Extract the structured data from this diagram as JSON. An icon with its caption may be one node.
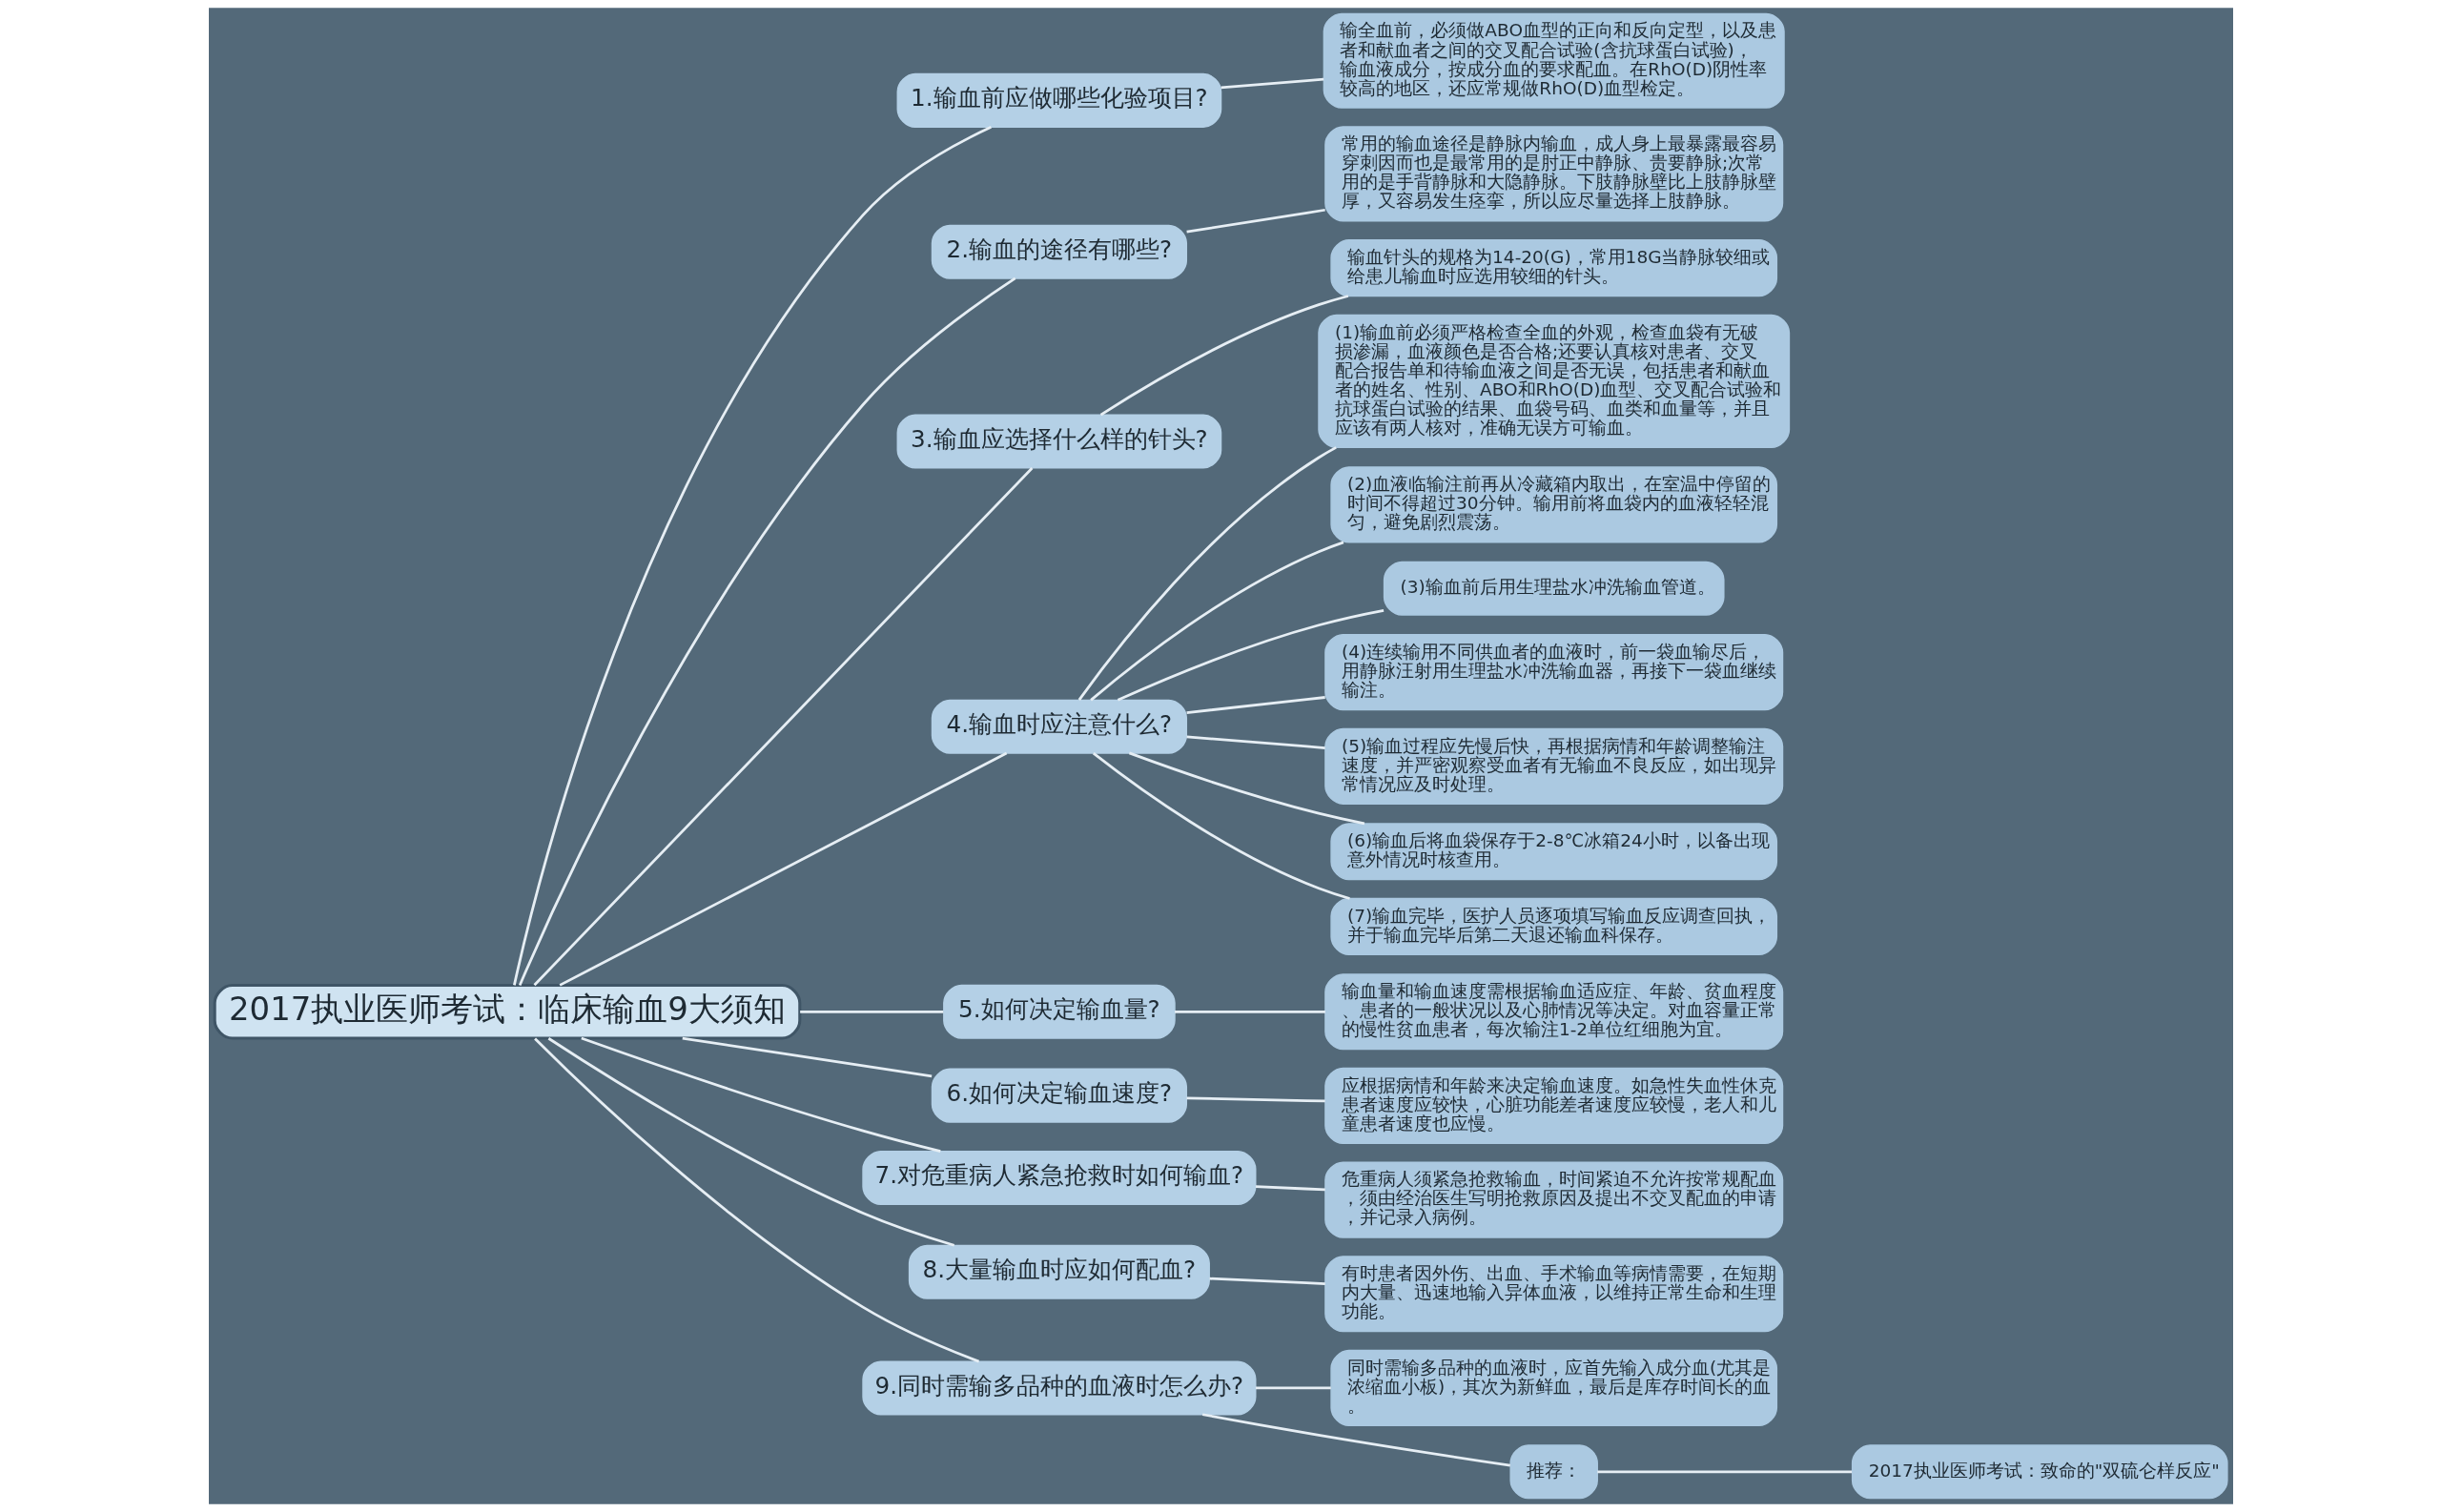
{
  "diagram": {
    "nodes": [
      {
        "text": [
          "2017执业医师考试：临床输血9大须知"
        ]
      },
      {
        "text": [
          "1.输血前应做哪些化验项目?"
        ]
      },
      {
        "text": [
          "输全血前，必须做ABO血型的正向和反向定型，以及患者和献血者之间的交叉配合试验(含抗球蛋白试验)，输血液成分，按成分血的要求配血。在RhO(D)阴性率较高的地区，还应常规做RhO(D)血型检定。"
        ]
      },
      {
        "text": [
          "2.输血的途径有哪些?"
        ]
      },
      {
        "text": [
          "常用的输血途径是静脉内输血，成人身上最暴露最容易穿刺因而也是最常用的是肘正中静脉、贵要静脉;次常用的是手背静脉和大隐静脉。下肢静脉壁比上肢静脉壁厚，又容易发生痉挛，所以应尽量选择上肢静脉。"
        ]
      },
      {
        "text": [
          "3.输血应选择什么样的针头?"
        ]
      },
      {
        "text": [
          "输血针头的规格为14-20(G)，常用18G当静脉较细或给患儿输血时应选用较细的针头。"
        ]
      },
      {
        "text": [
          "4.输血时应注意什么?"
        ]
      },
      {
        "text": [
          "(1)输血前必须严格检查全血的外观，检查血袋有无破损渗漏，血液颜色是否合格;还要认真核对患者、交叉配合报告单和待输血液之间是否无误，包括患者和献血者的姓名、性别、ABO和RhO(D)血型、交叉配合试验和抗球蛋白试验的结果、血袋号码、血类和血量等，并且应该有两人核对，准确无误方可输血。"
        ]
      },
      {
        "text": [
          "(2)血液临输注前再从冷藏箱内取出，在室温中停留的时间不得超过30分钟。输用前将血袋内的血液轻轻混匀，避免剧烈震荡。"
        ]
      },
      {
        "text": [
          "(3)输血前后用生理盐水冲洗输血管道。"
        ]
      },
      {
        "text": [
          "(4)连续输用不同供血者的血液时，前一袋血输尽后，用静脉汪射用生理盐水冲洗输血器，再接下一袋血继续输注。"
        ]
      },
      {
        "text": [
          "(5)输血过程应先慢后快，再根据病情和年龄调整输注速度，并严密观察受血者有无输血不良反应，如出现异常情况应及时处理。"
        ]
      },
      {
        "text": [
          "(6)输血后将血袋保存于2-8℃冰箱24小时，以备出现意外情况时核查用。"
        ]
      },
      {
        "text": [
          "(7)输血完毕，医护人员逐项填写输血反应调查回执，并于输血完毕后第二天退还输血科保存。"
        ]
      },
      {
        "text": [
          "5.如何决定输血量?"
        ]
      },
      {
        "text": [
          "输血量和输血速度需根据输血适应症、年龄、贫血程度、患者的一般状况以及心肺情况等决定。对血容量正常的慢性贫血患者，每次输注1-2单位红细胞为宜。"
        ]
      },
      {
        "text": [
          "6.如何决定输血速度?"
        ]
      },
      {
        "text": [
          "应根据病情和年龄来决定输血速度。如急性失血性休克患者速度应较快，心脏功能差者速度应较慢，老人和儿童患者速度也应慢。"
        ]
      },
      {
        "text": [
          "7.对危重病人紧急抢救时如何输血?"
        ]
      },
      {
        "text": [
          "危重病人须紧急抢救输血，时间紧迫不允许按常规配血，须由经治医生写明抢救原因及提出不交叉配血的申请，并记录入病例。"
        ]
      },
      {
        "text": [
          "8.大量输血时应如何配血?"
        ]
      },
      {
        "text": [
          "有时患者因外伤、出血、手术输血等病情需要，在短期内大量、迅速地输入异体血液，以维持正常生命和生理功能。"
        ]
      },
      {
        "text": [
          "9.同时需输多品种的血液时怎么办?"
        ]
      },
      {
        "text": [
          "同时需输多品种的血液时，应首先输入成分血(尤其是浓缩血小板)，其次为新鲜血，最后是库存时间长的血。"
        ]
      },
      {
        "text": [
          "推荐："
        ]
      },
      {
        "text": [
          "2017执业医师考试：致命的\"双硫仑样反应\""
        ]
      }
    ],
    "edges": [
      {
        "from": 0,
        "to": 1,
        "arrow": "none"
      },
      {
        "from": 1,
        "to": 2,
        "arrow": "none"
      },
      {
        "from": 0,
        "to": 3,
        "arrow": "none"
      },
      {
        "from": 3,
        "to": 4,
        "arrow": "none"
      },
      {
        "from": 0,
        "to": 5,
        "arrow": "none"
      },
      {
        "from": 5,
        "to": 6,
        "arrow": "none"
      },
      {
        "from": 0,
        "to": 7,
        "arrow": "none"
      },
      {
        "from": 7,
        "to": 8,
        "arrow": "none"
      },
      {
        "from": 7,
        "to": 9,
        "arrow": "none"
      },
      {
        "from": 7,
        "to": 10,
        "arrow": "none"
      },
      {
        "from": 7,
        "to": 11,
        "arrow": "none"
      },
      {
        "from": 7,
        "to": 12,
        "arrow": "none"
      },
      {
        "from": 7,
        "to": 13,
        "arrow": "none"
      },
      {
        "from": 7,
        "to": 14,
        "arrow": "none"
      },
      {
        "from": 0,
        "to": 15,
        "arrow": "none"
      },
      {
        "from": 15,
        "to": 16,
        "arrow": "none"
      },
      {
        "from": 0,
        "to": 17,
        "arrow": "none"
      },
      {
        "from": 17,
        "to": 18,
        "arrow": "none"
      },
      {
        "from": 0,
        "to": 19,
        "arrow": "none"
      },
      {
        "from": 19,
        "to": 20,
        "arrow": "none"
      },
      {
        "from": 0,
        "to": 21,
        "arrow": "none"
      },
      {
        "from": 21,
        "to": 22,
        "arrow": "none"
      },
      {
        "from": 0,
        "to": 23,
        "arrow": "none"
      },
      {
        "from": 23,
        "to": 24,
        "arrow": "none"
      },
      {
        "from": 23,
        "to": 25,
        "arrow": "none"
      },
      {
        "from": 25,
        "to": 26,
        "arrow": "none"
      }
    ]
  }
}
